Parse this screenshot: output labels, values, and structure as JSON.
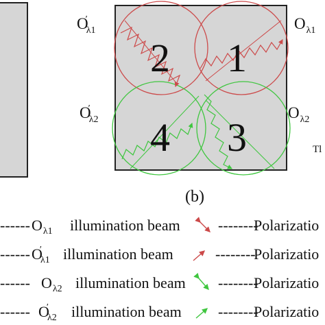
{
  "figure": {
    "caption": "(b)",
    "right_edge_text": "Tl",
    "quadrant_numbers": [
      "2",
      "1",
      "4",
      "3"
    ],
    "beam_labels": {
      "o_l1_prime": {
        "base": "O",
        "sub": "λ1",
        "prime": "′"
      },
      "o_l1": {
        "base": "O",
        "sub": "λ1",
        "prime": ""
      },
      "o_l2_prime": {
        "base": "O",
        "sub": "λ2",
        "prime": "′"
      },
      "o_l2": {
        "base": "O",
        "sub": "λ2",
        "prime": ""
      }
    },
    "colors": {
      "panel_fill": "#d6d6d6",
      "red_beam": "#cc4a4a",
      "green_beam": "#3fc63f",
      "frame": "#222222"
    }
  },
  "legend": [
    {
      "lead": "------",
      "base": "O",
      "sub": "λ1",
      "prime": "",
      "text": "illumination beam",
      "color": "#cc4a4a",
      "arrow": "red-double-arrow",
      "dash2": "--------",
      "right": "Polarizatio"
    },
    {
      "lead": "------",
      "base": "O",
      "sub": "λ1",
      "prime": "′",
      "text": "illumination beam",
      "color": "#cc4a4a",
      "arrow": "red-single-arrow",
      "dash2": "--------",
      "right": "Polarizatio"
    },
    {
      "lead": "------",
      "base": "O",
      "sub": "λ2",
      "prime": "",
      "text": "illumination beam",
      "color": "#3fc63f",
      "arrow": "green-double-arrow",
      "dash2": "--------",
      "right": "Polarizatio"
    },
    {
      "lead": "------",
      "base": "O",
      "sub": "λ2",
      "prime": "′",
      "text": "illumination beam",
      "color": "#3fc63f",
      "arrow": "green-single-arrow",
      "dash2": "--------",
      "right": "Polarizatio"
    }
  ]
}
